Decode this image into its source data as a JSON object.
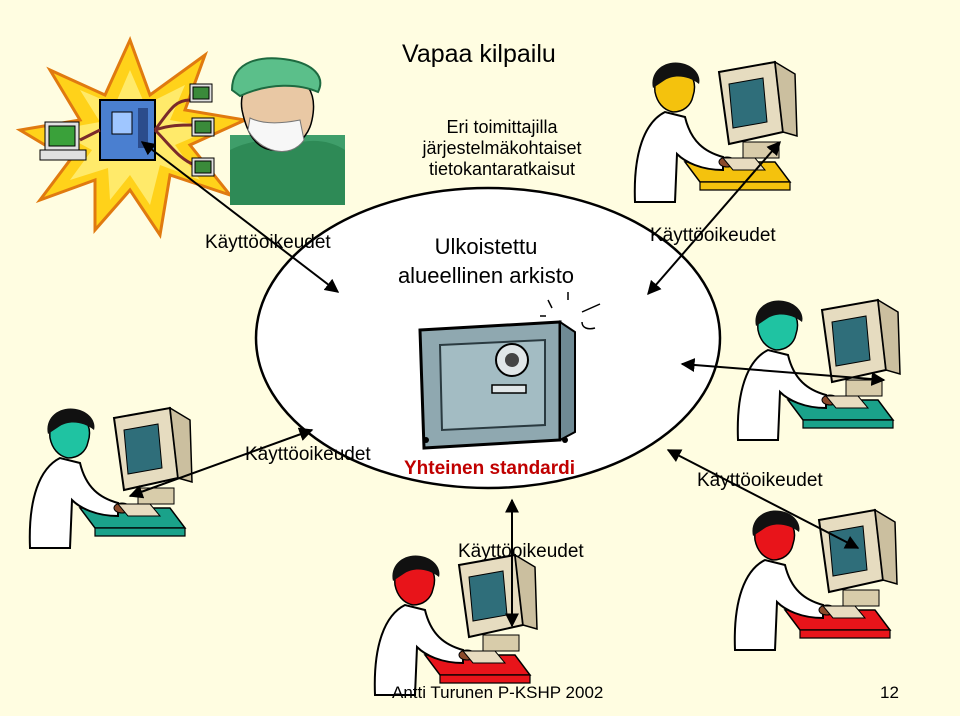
{
  "title": "Vapaa kilpailu",
  "subtitle": [
    "Eri toimittajilla",
    "järjestelmäkohtaiset",
    "tietokantaratkaisut"
  ],
  "archive_label": [
    "Ulkoistettu",
    "alueellinen arkisto"
  ],
  "standard_label": "Yhteinen standardi",
  "access_rights": [
    "Käyttöoikeudet",
    "Käyttöoikeudet",
    "Käyttöoikeudet",
    "Käyttöoikeudet",
    "Käyttöoikeudet"
  ],
  "footer": {
    "author": "Antti Turunen P-KSHP 2002",
    "page": "12"
  },
  "colors": {
    "background": "#fffde1",
    "standard_text": "#c00000",
    "desk_yellow": "#f4c20d",
    "desk_teal": "#1aa28a",
    "desk_red": "#e8141a",
    "safe": "#8fa8b0"
  }
}
